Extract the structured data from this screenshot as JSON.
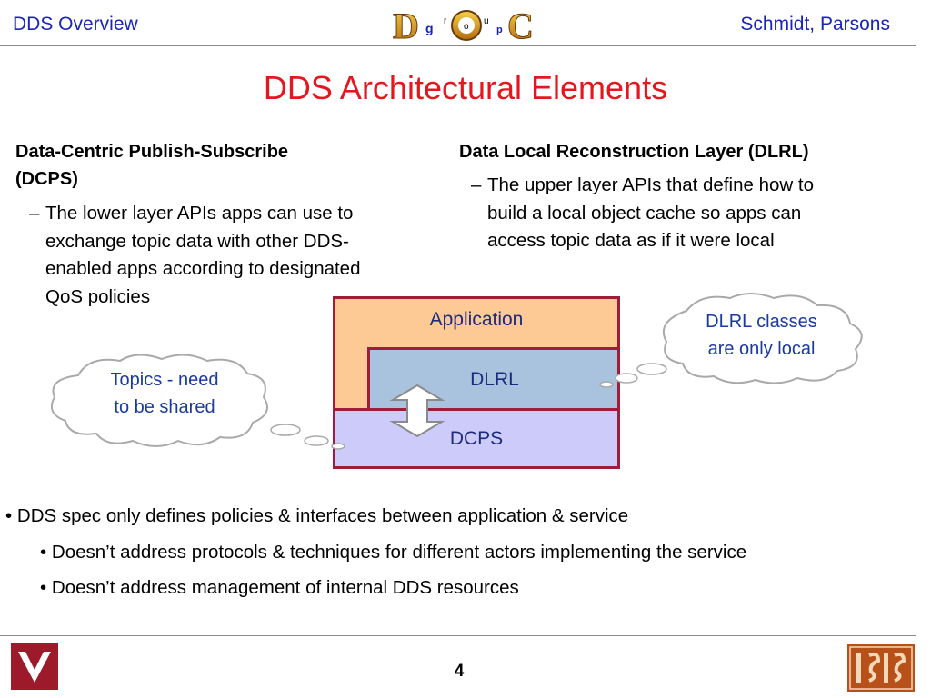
{
  "header": {
    "left": "DDS Overview",
    "right": "Schmidt, Parsons",
    "logo_letters": [
      "D",
      "g",
      "r",
      "o",
      "u",
      "p",
      "C"
    ]
  },
  "title": "DDS Architectural Elements",
  "left_column": {
    "heading_line1": "Data-Centric Publish-Subscribe",
    "heading_line2": "(DCPS)",
    "dash": "–",
    "item_lines": [
      "The lower layer APIs apps can use to",
      "exchange topic data with other DDS-",
      "enabled apps according to designated",
      "QoS policies"
    ]
  },
  "right_column": {
    "heading": "Data Local Reconstruction Layer (DLRL)",
    "dash": "–",
    "item_lines": [
      "The upper layer APIs that define how to",
      "build a local object cache so apps can",
      "access topic data as if it were local"
    ]
  },
  "diagram": {
    "layers": [
      "Application",
      "DLRL",
      "DCPS"
    ],
    "cloud_left_lines": [
      "Topics - need",
      "to be shared"
    ],
    "cloud_right_lines": [
      "DLRL classes",
      "are only local"
    ]
  },
  "bullets": {
    "level1": "DDS spec only defines policies & interfaces between application & service",
    "level2": [
      "Doesn’t address protocols & techniques for different actors implementing the service",
      "Doesn’t address management of internal DDS resources"
    ]
  },
  "footer": {
    "page_number": "4"
  },
  "colors": {
    "accent_blue": "#1a24b8",
    "title_red": "#e4171f",
    "border": "#a01c3a"
  }
}
